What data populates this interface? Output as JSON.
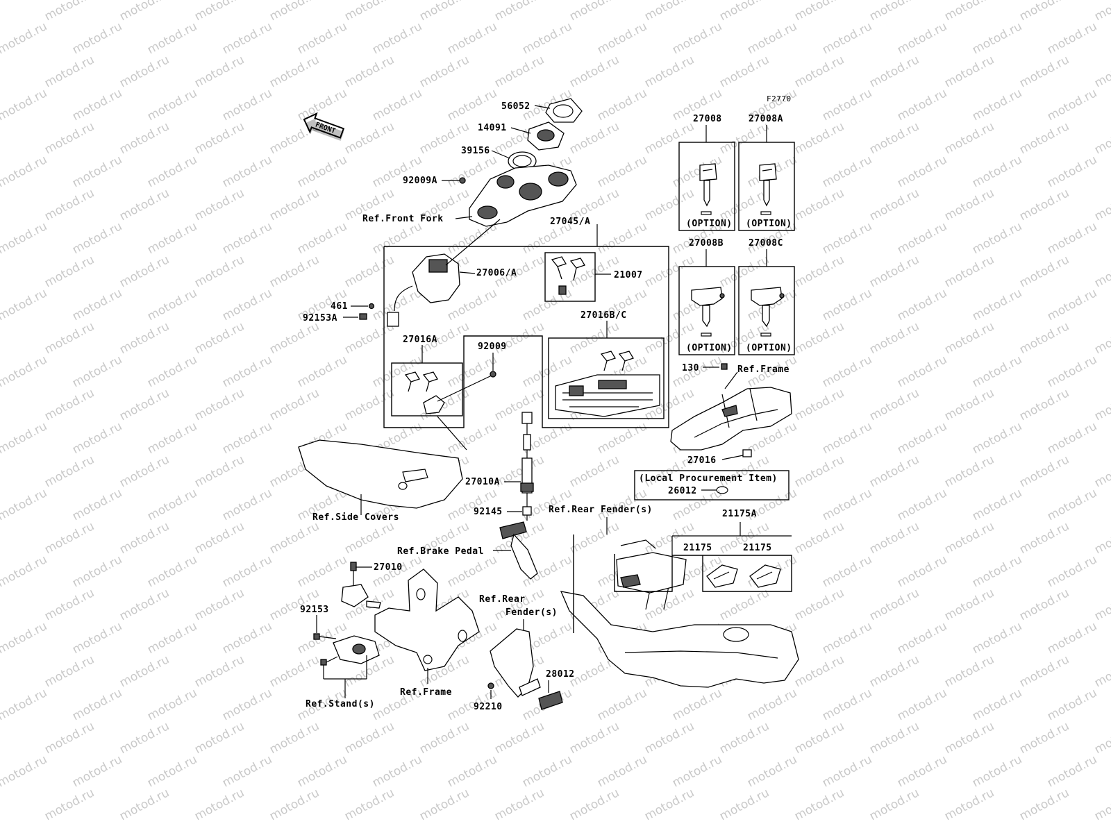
{
  "diagram_code": "F2770",
  "front_arrow": "FRONT",
  "watermark": "motod.ru",
  "callouts": {
    "c56052": "56052",
    "c14091": "14091",
    "c39156": "39156",
    "c92009A": "92009A",
    "c_front_fork": "Ref.Front Fork",
    "c27045A": "27045/A",
    "c27006A": "27006/A",
    "c461": "461",
    "c92153A": "92153A",
    "c21007": "21007",
    "c27016BC": "27016B/C",
    "c27016A": "27016A",
    "c92009": "92009",
    "c27010A": "27010A",
    "c92145": "92145",
    "c_side_covers": "Ref.Side Covers",
    "c_brake_pedal": "Ref.Brake Pedal",
    "c27010": "27010",
    "c92153": "92153",
    "c_stand": "Ref.Stand(s)",
    "c_frame_bottom": "Ref.Frame",
    "c_rear_fender_a1": "Ref.Rear",
    "c_rear_fender_a2": "Fender(s)",
    "c28012": "28012",
    "c92210": "92210",
    "c_rear_fender_b": "Ref.Rear Fender(s)",
    "c21175A": "21175A",
    "c21175_1": "21175",
    "c21175_2": "21175",
    "c27008": "27008",
    "c27008A": "27008A",
    "c27008B": "27008B",
    "c27008C": "27008C",
    "option": "(OPTION)",
    "c130": "130",
    "c_frame_right": "Ref.Frame",
    "c27016": "27016",
    "local_procurement": "(Local Procurement Item)",
    "c26012": "26012"
  }
}
